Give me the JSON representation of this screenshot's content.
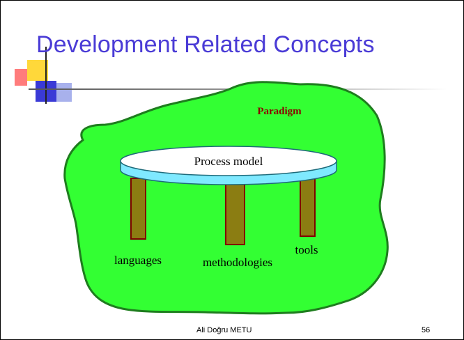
{
  "slide": {
    "title": "Development Related Concepts",
    "footer_author": "Ali Doğru   METU",
    "page_number": "56"
  },
  "diagram": {
    "paradigm_label": "Paradigm",
    "table_top_label": "Process model",
    "legs": [
      "languages",
      "methodologies",
      "tools"
    ]
  },
  "colors": {
    "title": "#4a3bd6",
    "paradigm_fill": "#33ff33",
    "paradigm_stroke": "#1e7d1e",
    "paradigm_text": "#8b0000",
    "table_rim": "#7fe9ff",
    "table_top": "#ffffff",
    "leg_fill": "#8b7d12",
    "leg_stroke": "#800000"
  }
}
